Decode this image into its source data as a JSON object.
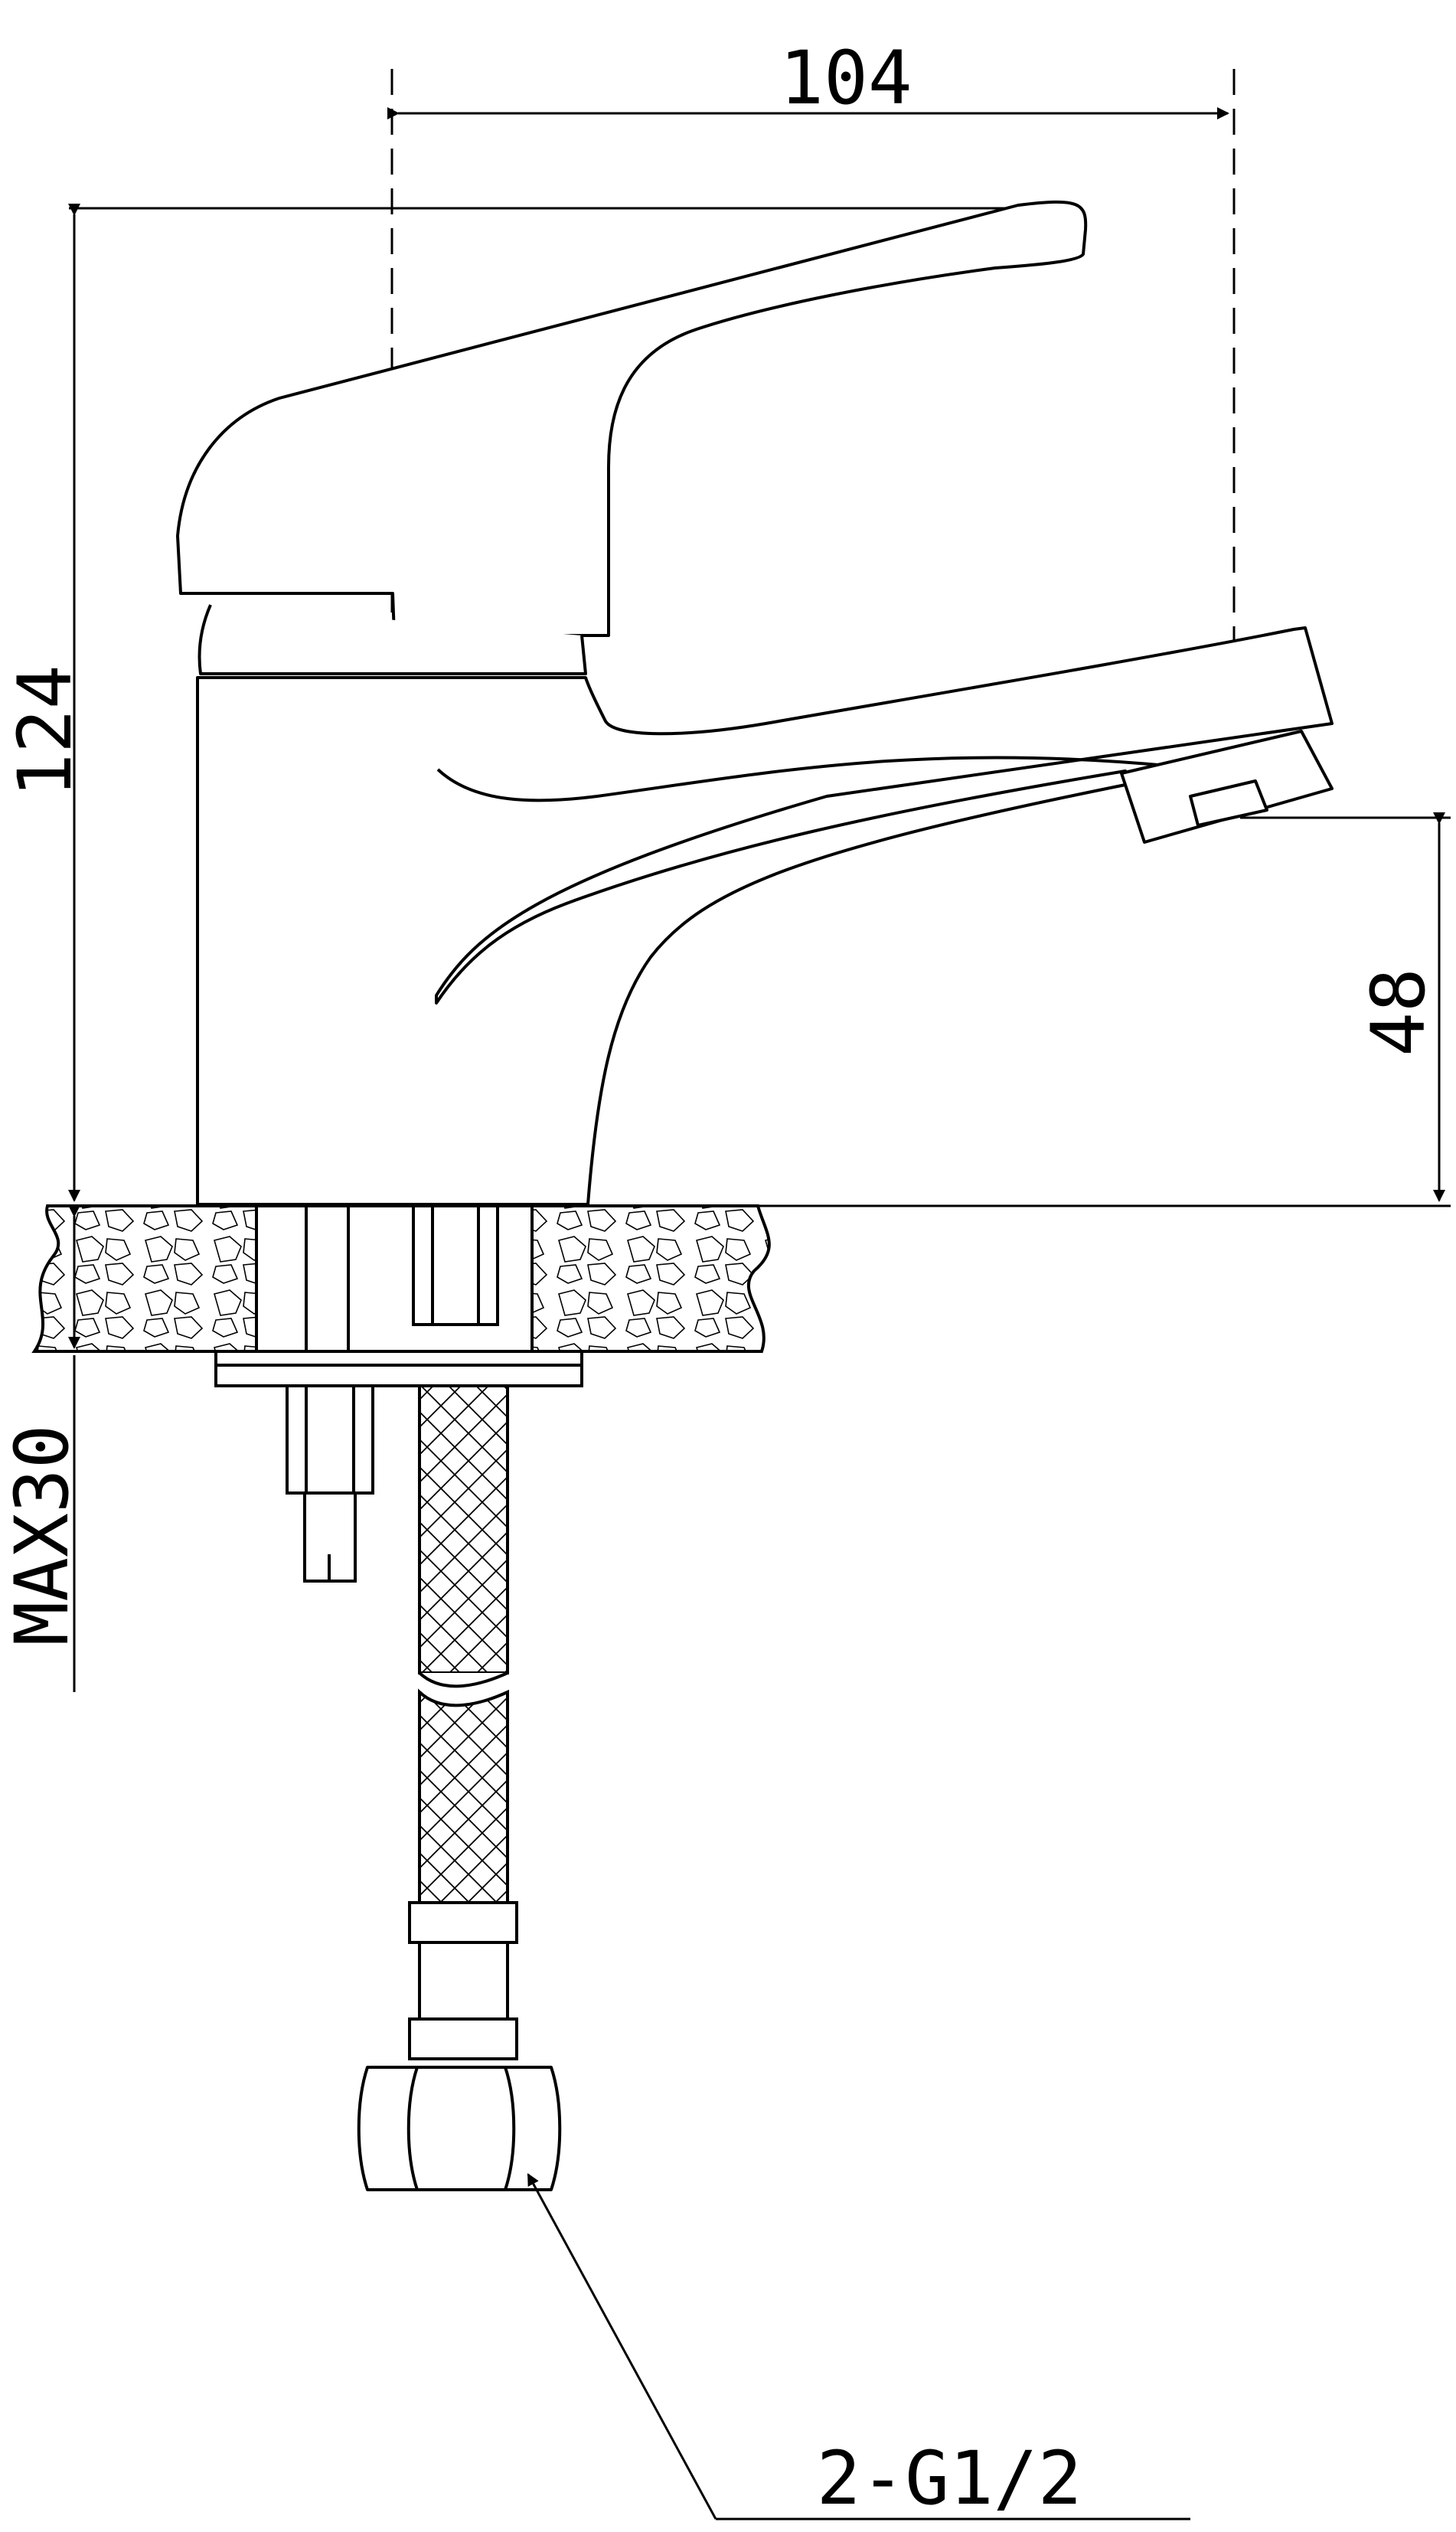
{
  "drawing": {
    "dimensions": {
      "width": "104",
      "height": "124",
      "spout_height": "48",
      "max_counter_thickness": "MAX30"
    },
    "callout": {
      "connection": "2-G1/2"
    },
    "colors": {
      "line": "#000000",
      "background": "#ffffff"
    }
  }
}
